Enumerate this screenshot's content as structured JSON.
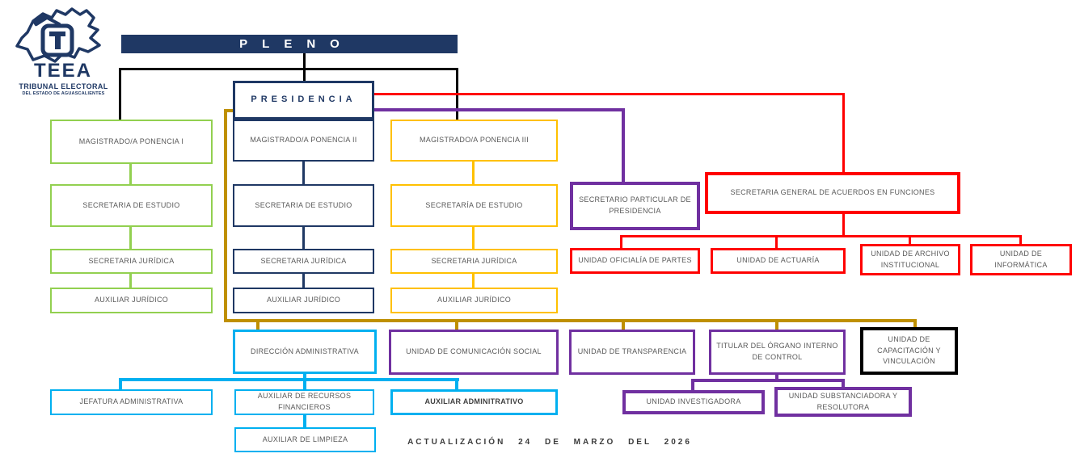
{
  "logo": {
    "acronym": "TEEA",
    "title": "TRIBUNAL ELECTORAL",
    "subtitle": "DEL ESTADO DE AGUASCALIENTES"
  },
  "chart": {
    "pleno": "PLENO",
    "presidencia": "PRESIDENCIA",
    "ponencias": {
      "mag1": "MAGISTRADO/A  PONENCIA I",
      "mag2": "MAGISTRADO/A PONENCIA II",
      "mag3": "MAGISTRADO/A  PONENCIA III",
      "estudio1": "SECRETARIA DE ESTUDIO",
      "estudio2": "SECRETARIA DE ESTUDIO",
      "estudio3": "SECRETARÍA DE ESTUDIO",
      "juridica1": "SECRETARIA JURÍDICA",
      "juridica2": "SECRETARIA JURÍDICA",
      "juridica3": "SECRETARIA JURÍDICA",
      "auxiliar1": "AUXILIAR JURÍDICO",
      "auxiliar2": "AUXILIAR JURÍDICO",
      "auxiliar3": "AUXILIAR JURÍDICO"
    },
    "secretario_particular": "SECRETARIO PARTICULAR DE PRESIDENCIA",
    "secretaria_general": "SECRETARIA GENERAL DE ACUERDOS EN FUNCIONES",
    "unidades_sga": {
      "oficialia": "UNIDAD OFICIALÍA DE PARTES",
      "actuaria": "UNIDAD DE ACTUARÍA",
      "archivo": "UNIDAD DE ARCHIVO INSTITUCIONAL",
      "informatica": "UNIDAD  DE INFORMÁTICA"
    },
    "areas": {
      "direccion_administrativa": "DIRECCIÓN ADMINISTRATIVA",
      "comunicacion_social": "UNIDAD DE COMUNICACIÓN SOCIAL",
      "transparencia": "UNIDAD DE TRANSPARENCIA",
      "organo_interno_control": "TITULAR DEL ÓRGANO INTERNO DE CONTROL",
      "capacitacion_vinculacion": "UNIDAD DE CAPACITACIÓN Y VINCULACIÓN"
    },
    "administrativa": {
      "jefatura": "JEFATURA ADMINISTRATIVA",
      "recursos_financieros": "AUXILIAR DE RECURSOS FINANCIEROS",
      "auxiliar_administrativo": "AUXILIAR ADMINITRATIVO",
      "limpieza": "AUXILIAR DE LIMPIEZA"
    },
    "oic": {
      "investigadora": "UNIDAD INVESTIGADORA",
      "substanciadora": "UNIDAD SUBSTANCIADORA Y RESOLUTORA"
    }
  },
  "footer": {
    "actualizacion": "ACTUALIZACIÓN  24  DE MARZO  DEL  2026"
  },
  "colors": {
    "navy": "#1F3864",
    "green": "#92D050",
    "yellow": "#FFC000",
    "purple": "#7030A0",
    "red": "#FF0000",
    "cyan": "#00B0F0",
    "gold": "#BF9000",
    "black": "#000000",
    "text_gray": "#595959"
  }
}
